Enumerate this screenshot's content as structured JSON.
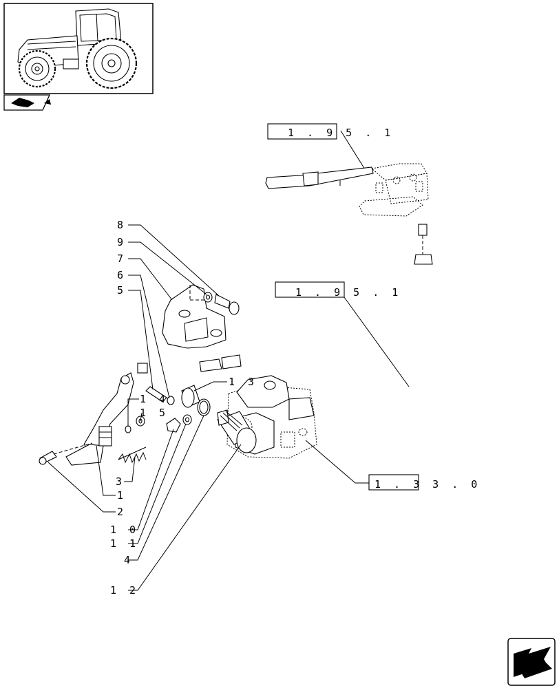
{
  "references": {
    "handbrake_ref": "1 . 9 5 . 1",
    "cable_ref": "1 . 9 5 . 1",
    "gearbox_ref": "1 . 3 3 . 0"
  },
  "callouts": {
    "c1": "1",
    "c2": "2",
    "c3": "3",
    "c4": "4",
    "c5": "5",
    "c6": "6",
    "c7": "7",
    "c8": "8",
    "c9": "9",
    "c10": "1 0",
    "c11": "1 1",
    "c12": "1 2",
    "c13": "1 3",
    "c14": "1 4",
    "c15": "1 5"
  },
  "icons": {
    "thumbnail": "tractor-thumbnail-icon",
    "book": "book-icon",
    "nav": "next-page-arrow-icon"
  }
}
